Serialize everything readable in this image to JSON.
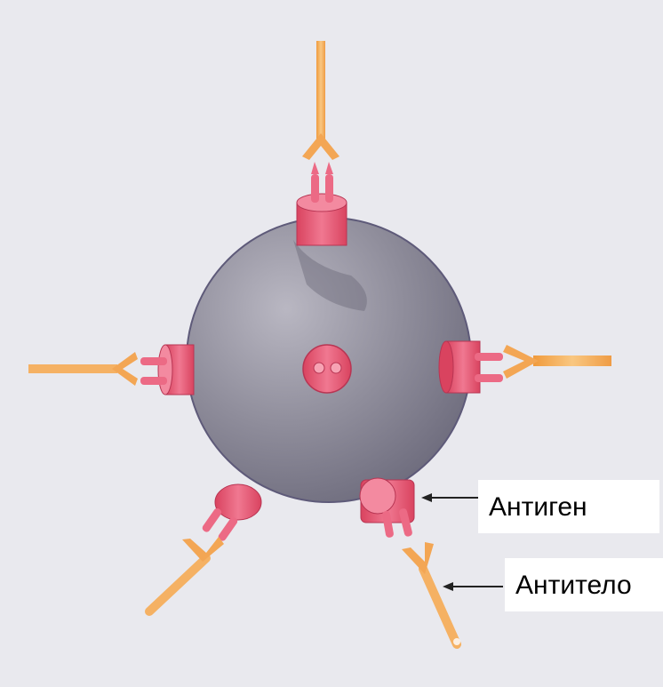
{
  "labels": {
    "antigen": "Антиген",
    "antibody": "Антитело"
  },
  "colors": {
    "background": "#e9e9ee",
    "cell": "#8e8c99",
    "antigen": "#e85a78",
    "antibody": "#f4b062",
    "arrow": "#222222"
  },
  "icons": {
    "cell": "sphere",
    "antigen": "pink-receptor-cylinder",
    "antibody": "y-shaped-antibody"
  }
}
